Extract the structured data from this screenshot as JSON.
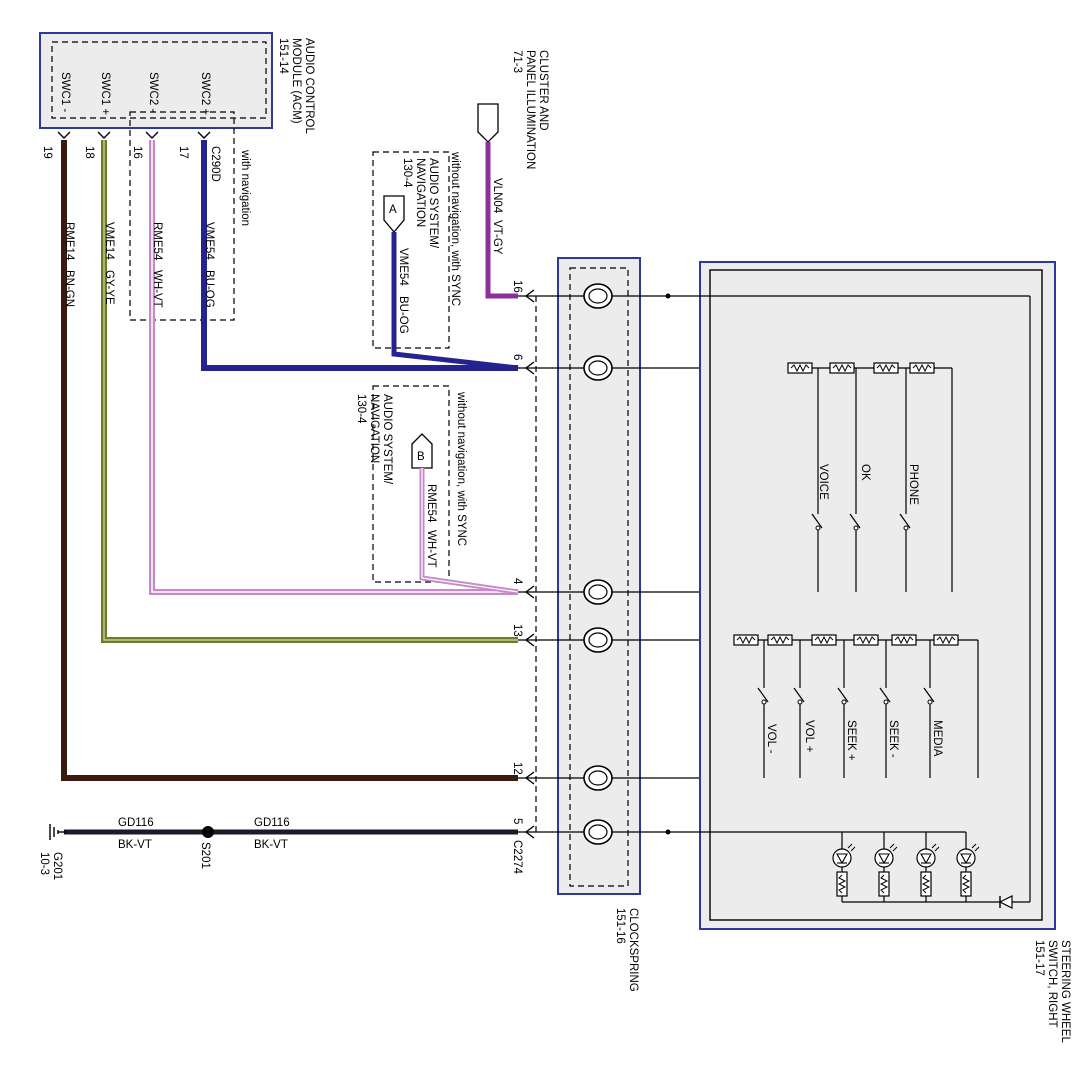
{
  "acm": {
    "title": [
      "AUDIO CONTROL",
      "MODULE (ACM)",
      "151-14"
    ],
    "pins": [
      "SWC1 -",
      "SWC1 +",
      "SWC2 -",
      "SWC2 +"
    ],
    "pin_numbers": [
      "19",
      "18",
      "16",
      "17"
    ],
    "connector": "C290D",
    "with_navigation": "with navigation"
  },
  "wires": {
    "swc1_minus": {
      "circuit": "RME14",
      "color_code": "BN-GN"
    },
    "swc1_plus": {
      "circuit": "VME14",
      "color_code": "GY-YE"
    },
    "swc2_minus": {
      "circuit": "RME54",
      "color_code": "WH-VT"
    },
    "swc2_plus": {
      "circuit": "VME54",
      "color_code": "BU-OG"
    }
  },
  "cluster": {
    "title": [
      "CLUSTER AND",
      "PANEL ILLUMINATION",
      "71-3"
    ],
    "circuit": "VLN04",
    "color_code": "VT-GY"
  },
  "nav_a": {
    "condition": "without navigation, with SYNC",
    "system": [
      "AUDIO SYSTEM/",
      "NAVIGATION",
      "130-4"
    ],
    "tag": "A",
    "circuit": "VME54",
    "color_code": "BU-OG"
  },
  "nav_b": {
    "condition": "without navigation, with SYNC",
    "system": [
      "AUDIO SYSTEM/",
      "NAVIGATION",
      "130-4"
    ],
    "tag": "B",
    "circuit": "RME54",
    "color_code": "WH-VT"
  },
  "clockspring": {
    "title": [
      "CLOCKSPRING",
      "151-16"
    ],
    "connector": "C2274",
    "pins": [
      "16",
      "6",
      "4",
      "13",
      "12",
      "5"
    ]
  },
  "ground": {
    "circuit": "GD116",
    "color_code": "BK-VT",
    "splice": "S201",
    "ground_point": [
      "G201",
      "10-3"
    ]
  },
  "switch": {
    "title": [
      "STEERING WHEEL",
      "SWITCH, RIGHT",
      "151-17"
    ],
    "top_buttons": [
      "VOICE",
      "OK",
      "PHONE"
    ],
    "bottom_buttons": [
      "VOL -",
      "VOL +",
      "SEEK +",
      "SEEK -",
      "MEDIA"
    ]
  },
  "colors": {
    "module_border": "#2b3a9c",
    "module_fill": "#ececec",
    "bn_gn": "#3b1a10",
    "gy_ye": "#6f7a2a",
    "wh_vt": "#c78ac9",
    "bu_og": "#24238f",
    "vt_gy": "#8b2f9a",
    "bk_vt": "#1a1a2a"
  }
}
